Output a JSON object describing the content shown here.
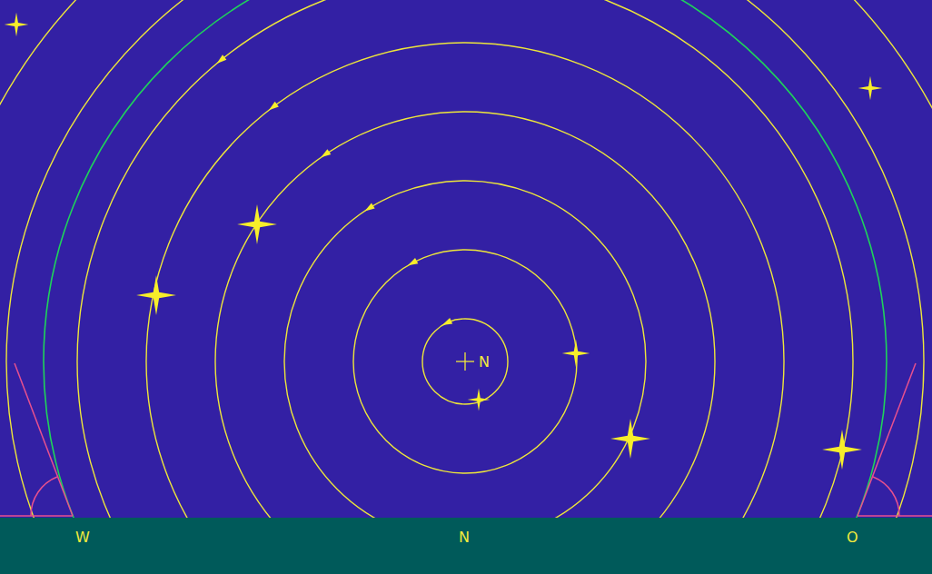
{
  "diagram": {
    "labels": [
      "N",
      "W",
      "N",
      "O"
    ]
  }
}
